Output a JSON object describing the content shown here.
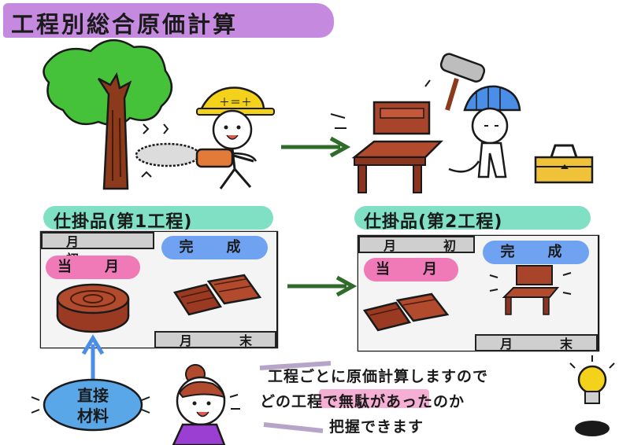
{
  "title": "工程別総合原価計算",
  "process1": {
    "banner": "仕掛品(第1工程)",
    "beginning_label": "月　初",
    "current_label": "当　月",
    "completed_label": "完　成",
    "ending_label": "月　末"
  },
  "process2": {
    "banner": "仕掛品(第2工程)",
    "beginning_label": "月　初",
    "current_label": "当　月",
    "completed_label": "完　成",
    "ending_label": "月　末"
  },
  "materials": {
    "line1": "直接",
    "line2": "材料"
  },
  "speech": {
    "line1": "工程ごとに原価計算しますので",
    "line2": "どの工程で無駄があったのか",
    "line3": "把握できます"
  },
  "colors": {
    "title_banner": "#c58ae0",
    "section_banner": "#7fe0c4",
    "current_pill": "#f07ab8",
    "completed_pill": "#6fa3f2",
    "wood": "#9b3a22",
    "arrow": "#2f6b2a",
    "materials_circle": "#5aa7e8"
  },
  "icons": [
    "tree-icon",
    "worker-icon",
    "chainsaw-icon",
    "chair-icon",
    "hammer-icon",
    "toolbox-icon",
    "log-icon",
    "planks-icon",
    "woman-icon",
    "lightbulb-icon"
  ]
}
